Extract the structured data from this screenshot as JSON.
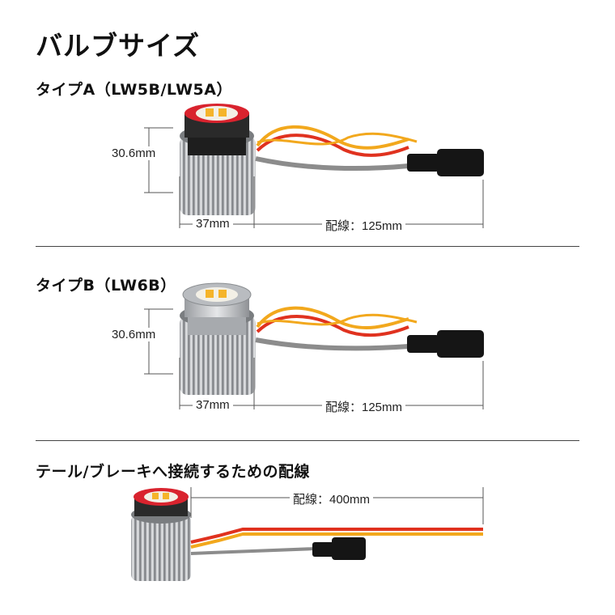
{
  "heading": "バルブサイズ",
  "sections": [
    {
      "title": "タイプA（LW5B/LW5A）",
      "height_label": "30.6mm",
      "diameter_label": "37mm",
      "wire_label": "配線：125mm",
      "ring_color": "#d9232e"
    },
    {
      "title": "タイプB（LW6B）",
      "height_label": "30.6mm",
      "diameter_label": "37mm",
      "wire_label": "配線：125mm",
      "ring_color": "#b9bcc0"
    },
    {
      "title": "テール/ブレーキへ接続するための配線",
      "wire_label": "配線：400mm",
      "ring_color": "#d9232e"
    }
  ],
  "colors": {
    "wire_yellow": "#f2a81d",
    "wire_red": "#e0321f",
    "wire_gray": "#8c8c8c",
    "heatsink": "#c8cbce",
    "connector": "#151515",
    "dimension_line": "#555555"
  }
}
